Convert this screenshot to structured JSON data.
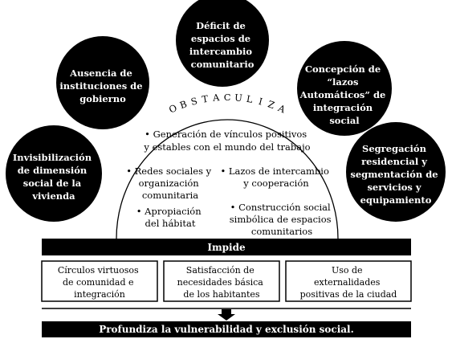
{
  "circles": {
    "top": [
      "Déficit de",
      "espacios de",
      "intercambio",
      "comunitario"
    ],
    "upper_left": [
      "Ausencia de",
      "instituciones de",
      "gobierno"
    ],
    "upper_right": [
      "Concepción de",
      "“lazos",
      "Automáticos” de",
      "integración",
      "social"
    ],
    "lower_left": [
      "Invisibilización",
      "de dimensión",
      "social de la",
      "vivienda"
    ],
    "lower_right": [
      "Segregación",
      "residencial y",
      "segmentación de",
      "servicios y",
      "equipamiento"
    ]
  },
  "arc_label": "OBSTACULIZA",
  "dome_items": {
    "item1": [
      "• Generación de vínculos positivos",
      "y estables con el mundo del trabajo"
    ],
    "item2": [
      "• Redes sociales y",
      "organización",
      "comunitaria"
    ],
    "item3": [
      "• Lazos de intercambio",
      "y cooperación"
    ],
    "item4": [
      "• Apropiación",
      "del hábitat"
    ],
    "item5": [
      "• Construcción social",
      "simbólica de espacios",
      "comunitarios"
    ]
  },
  "impide_label": "Impide",
  "boxes": [
    [
      "Círculos virtuosos",
      "de comunidad e",
      "integración"
    ],
    [
      "Satisfacción de",
      "necesidades básica",
      "de los habitantes"
    ],
    [
      "Uso de",
      "externalidades",
      "positivas de la ciudad"
    ]
  ],
  "bottom_label": "Profundiza la vulnerabilidad y exclusión social.",
  "colors": {
    "fill": "#000000",
    "text_on_fill": "#ffffff",
    "background": "#ffffff"
  }
}
